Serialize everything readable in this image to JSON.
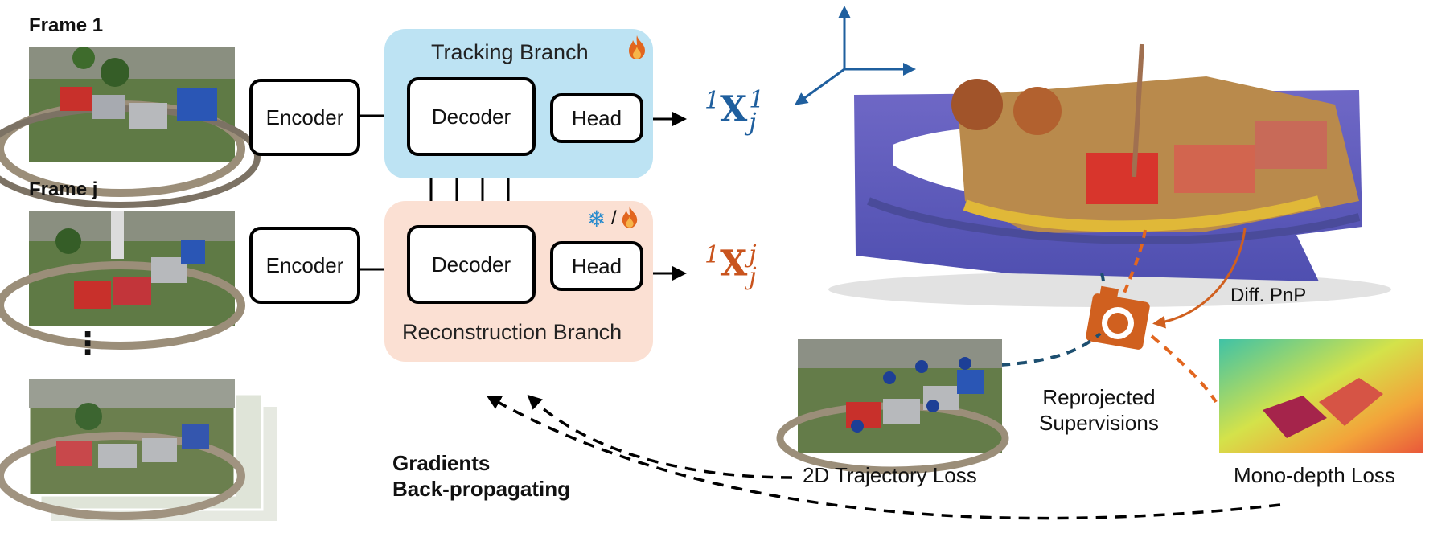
{
  "frames": {
    "frame1_label": "Frame 1",
    "framej_label": "Frame j",
    "ellipsis": "⋮"
  },
  "tracking": {
    "title": "Tracking Branch",
    "encoder": "Encoder",
    "decoder": "Decoder",
    "head": "Head",
    "output_base": "X",
    "output_pre": "1",
    "output_sup": "1",
    "output_sub": "j",
    "color": "#1f5f9e",
    "bg": "#bde3f3",
    "icon": "fire-icon"
  },
  "reconstruction": {
    "title": "Reconstruction Branch",
    "encoder": "Encoder",
    "decoder": "Decoder",
    "head": "Head",
    "output_base": "X",
    "output_pre": "1",
    "output_sup": "j",
    "output_sub": "j",
    "color": "#c9541e",
    "bg": "#fbe0d3",
    "icon_snow": "❄",
    "icon_slash": "/",
    "icon": "snowflake-fire-icon"
  },
  "right": {
    "pnp_label": "Diff. PnP",
    "reproj_label_1": "Reprojected",
    "reproj_label_2": "Supervisions",
    "traj_loss": "2D Trajectory Loss",
    "depth_loss": "Mono-depth Loss"
  },
  "gradients": {
    "line1": "Gradients",
    "line2": "Back-propagating"
  },
  "colors": {
    "blue_arrow": "#1f5f9e",
    "orange": "#e2661f",
    "dark_blue_dash": "#1d4f70"
  }
}
